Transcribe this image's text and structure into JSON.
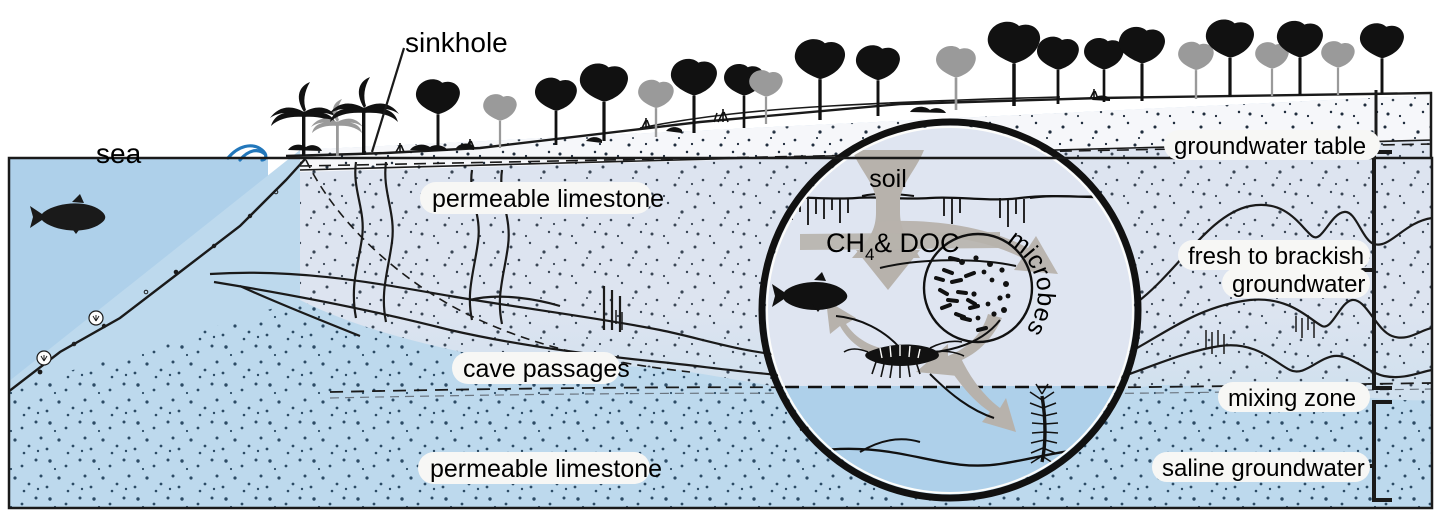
{
  "figure": {
    "title": "Coastal karst aquifer cross-section with cave ecosystem inset",
    "background": "#ffffff"
  },
  "colors": {
    "sea": "#aed0ea",
    "saline_groundwater": "#aed0ea",
    "fresh_groundwater": "#dde4f0",
    "mixing_blend_light": "#e6ebf4",
    "limestone_unsat": "#f4f6fa",
    "arrow_gray": "#b7b2ac",
    "tree_black": "#111111",
    "tree_gray": "#9a9a9a",
    "line": "#1a1a1a",
    "wave_blue": "#2277bb",
    "label_halo": "#f7f7f5"
  },
  "labels": {
    "sinkhole": "sinkhole",
    "sea": "sea",
    "permeable_limestone_upper": "permeable limestone",
    "cave_passages": "cave passages",
    "permeable_limestone_lower": "permeable limestone",
    "groundwater_table": "groundwater table",
    "fresh_to_brackish_line1": "fresh to brackish",
    "fresh_to_brackish_line2": "groundwater",
    "mixing_zone": "mixing zone",
    "saline_groundwater": "saline groundwater"
  },
  "inset": {
    "name": "magnified-cave-ecosystem-circle",
    "soil": "soil",
    "ch4_main": "CH",
    "ch4_sub": "4",
    "ch4_rest": " & DOC",
    "ch4_full": "CH4 & DOC",
    "microbes": "microbes",
    "organisms": [
      {
        "name": "cave-fish",
        "label": "fish"
      },
      {
        "name": "microbe-cluster",
        "label": "microbes"
      },
      {
        "name": "amphipod-shrimp",
        "label": "shrimp"
      },
      {
        "name": "remipede",
        "label": "remipede"
      }
    ],
    "flow_arrows": [
      {
        "from": "soil",
        "to": "cave-water",
        "name": "soil-input-arrow"
      },
      {
        "from": "ch4-doc",
        "to": "microbes",
        "name": "ch4-doc-to-microbes-arrow"
      },
      {
        "from": "microbes",
        "to": "shrimp",
        "name": "microbes-to-shrimp-arrow"
      },
      {
        "from": "shrimp",
        "to": "fish",
        "name": "shrimp-to-fish-arrow"
      },
      {
        "from": "shrimp",
        "to": "remipede",
        "name": "shrimp-to-remipede-arrow"
      }
    ]
  },
  "brackets": [
    {
      "name": "fresh-to-brackish-bracket",
      "label": "fresh to brackish groundwater"
    },
    {
      "name": "saline-groundwater-bracket",
      "label": "saline groundwater"
    }
  ],
  "vegetation": {
    "palms_count": 3,
    "trees_count": 22,
    "note_visible": false
  }
}
